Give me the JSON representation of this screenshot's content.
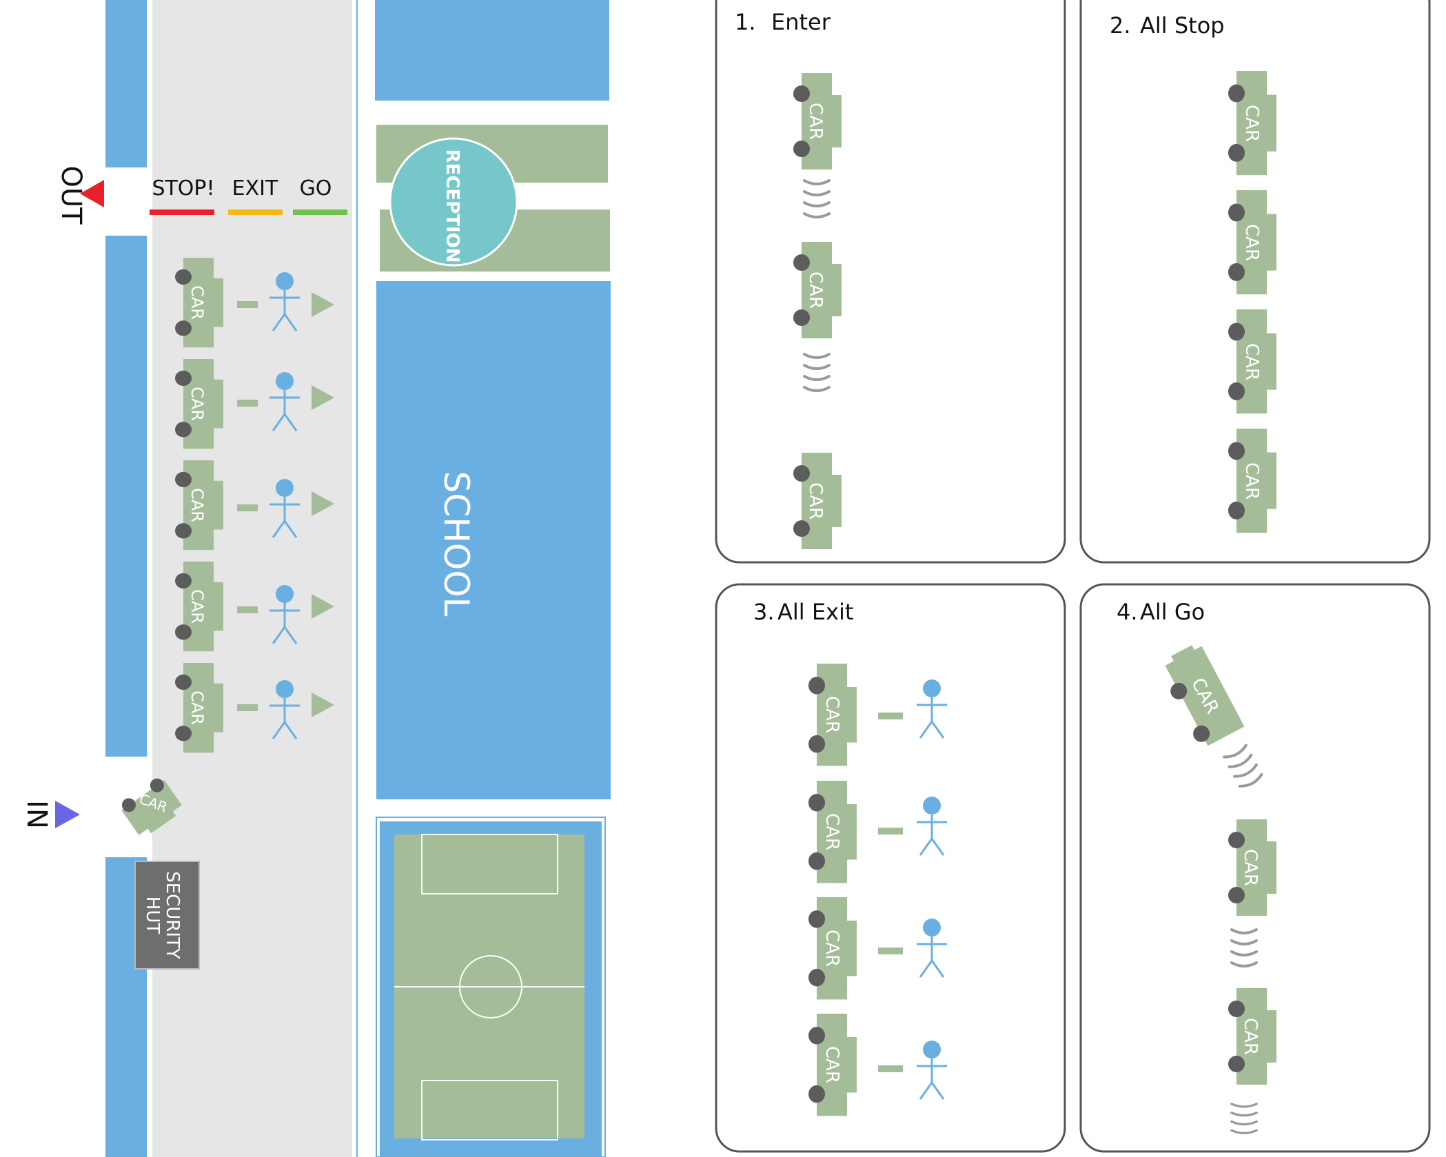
{
  "map": {
    "out_label": "OUT",
    "in_label": "IN",
    "lanes": [
      {
        "label": "STOP!",
        "color": "#e8212b"
      },
      {
        "label": "EXIT",
        "color": "#f5b816"
      },
      {
        "label": "GO",
        "color": "#6cc24a"
      }
    ],
    "reception_label": "RECEPTION",
    "school_label": "SCHOOL",
    "security_label_line1": "SECURITY",
    "security_label_line2": "HUT",
    "car_label": "CAR"
  },
  "panels": [
    {
      "number": "1.",
      "title": "Enter"
    },
    {
      "number": "2.",
      "title": "All Stop"
    },
    {
      "number": "3.",
      "title": "All Exit"
    },
    {
      "number": "4.",
      "title": "All Go"
    }
  ],
  "colors": {
    "building_blue": "#6aafe1",
    "green": "#a4bc98",
    "road_gray": "#e6e6e6",
    "reception_teal": "#76c7c9",
    "wheel_gray": "#5c5c5c",
    "person_blue": "#6aafe1",
    "out_arrow": "#e8212b",
    "in_arrow": "#6a64e6",
    "hut_gray": "#6e6e6e",
    "panel_border": "#555555",
    "motion_gray": "#9a9a9a"
  }
}
